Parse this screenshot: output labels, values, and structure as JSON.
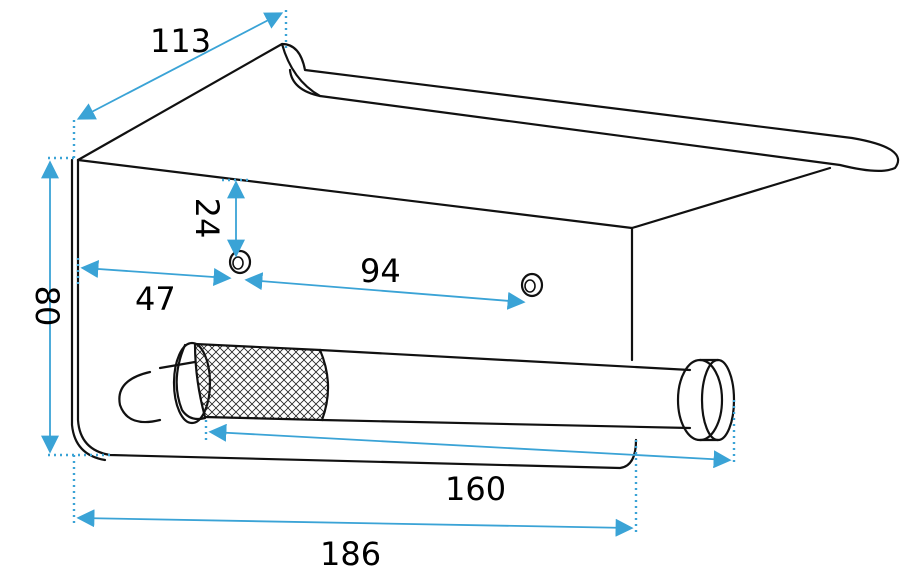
{
  "dimensions": {
    "depth": "113",
    "height": "80",
    "hole_offset_vertical": "24",
    "hole_offset_horizontal": "47",
    "hole_spacing": "94",
    "bar_length": "160",
    "total_width": "186"
  },
  "colors": {
    "dimension_line": "#3aa3d6",
    "outline": "#111111",
    "text": "#000000"
  }
}
